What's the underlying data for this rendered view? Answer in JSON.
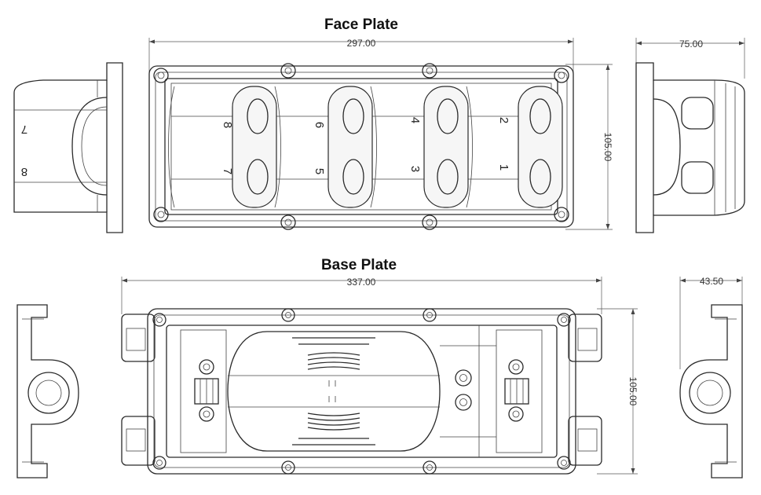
{
  "face_plate": {
    "title": "Face Plate",
    "dim_width": "297.00",
    "dim_height": "105.00",
    "dim_side": "75.00",
    "port_labels": [
      "1",
      "2",
      "3",
      "4",
      "5",
      "6",
      "7",
      "8"
    ],
    "side_labels": [
      "7",
      "8"
    ]
  },
  "base_plate": {
    "title": "Base Plate",
    "dim_width": "337.00",
    "dim_height": "105.00",
    "dim_side": "43.50"
  }
}
